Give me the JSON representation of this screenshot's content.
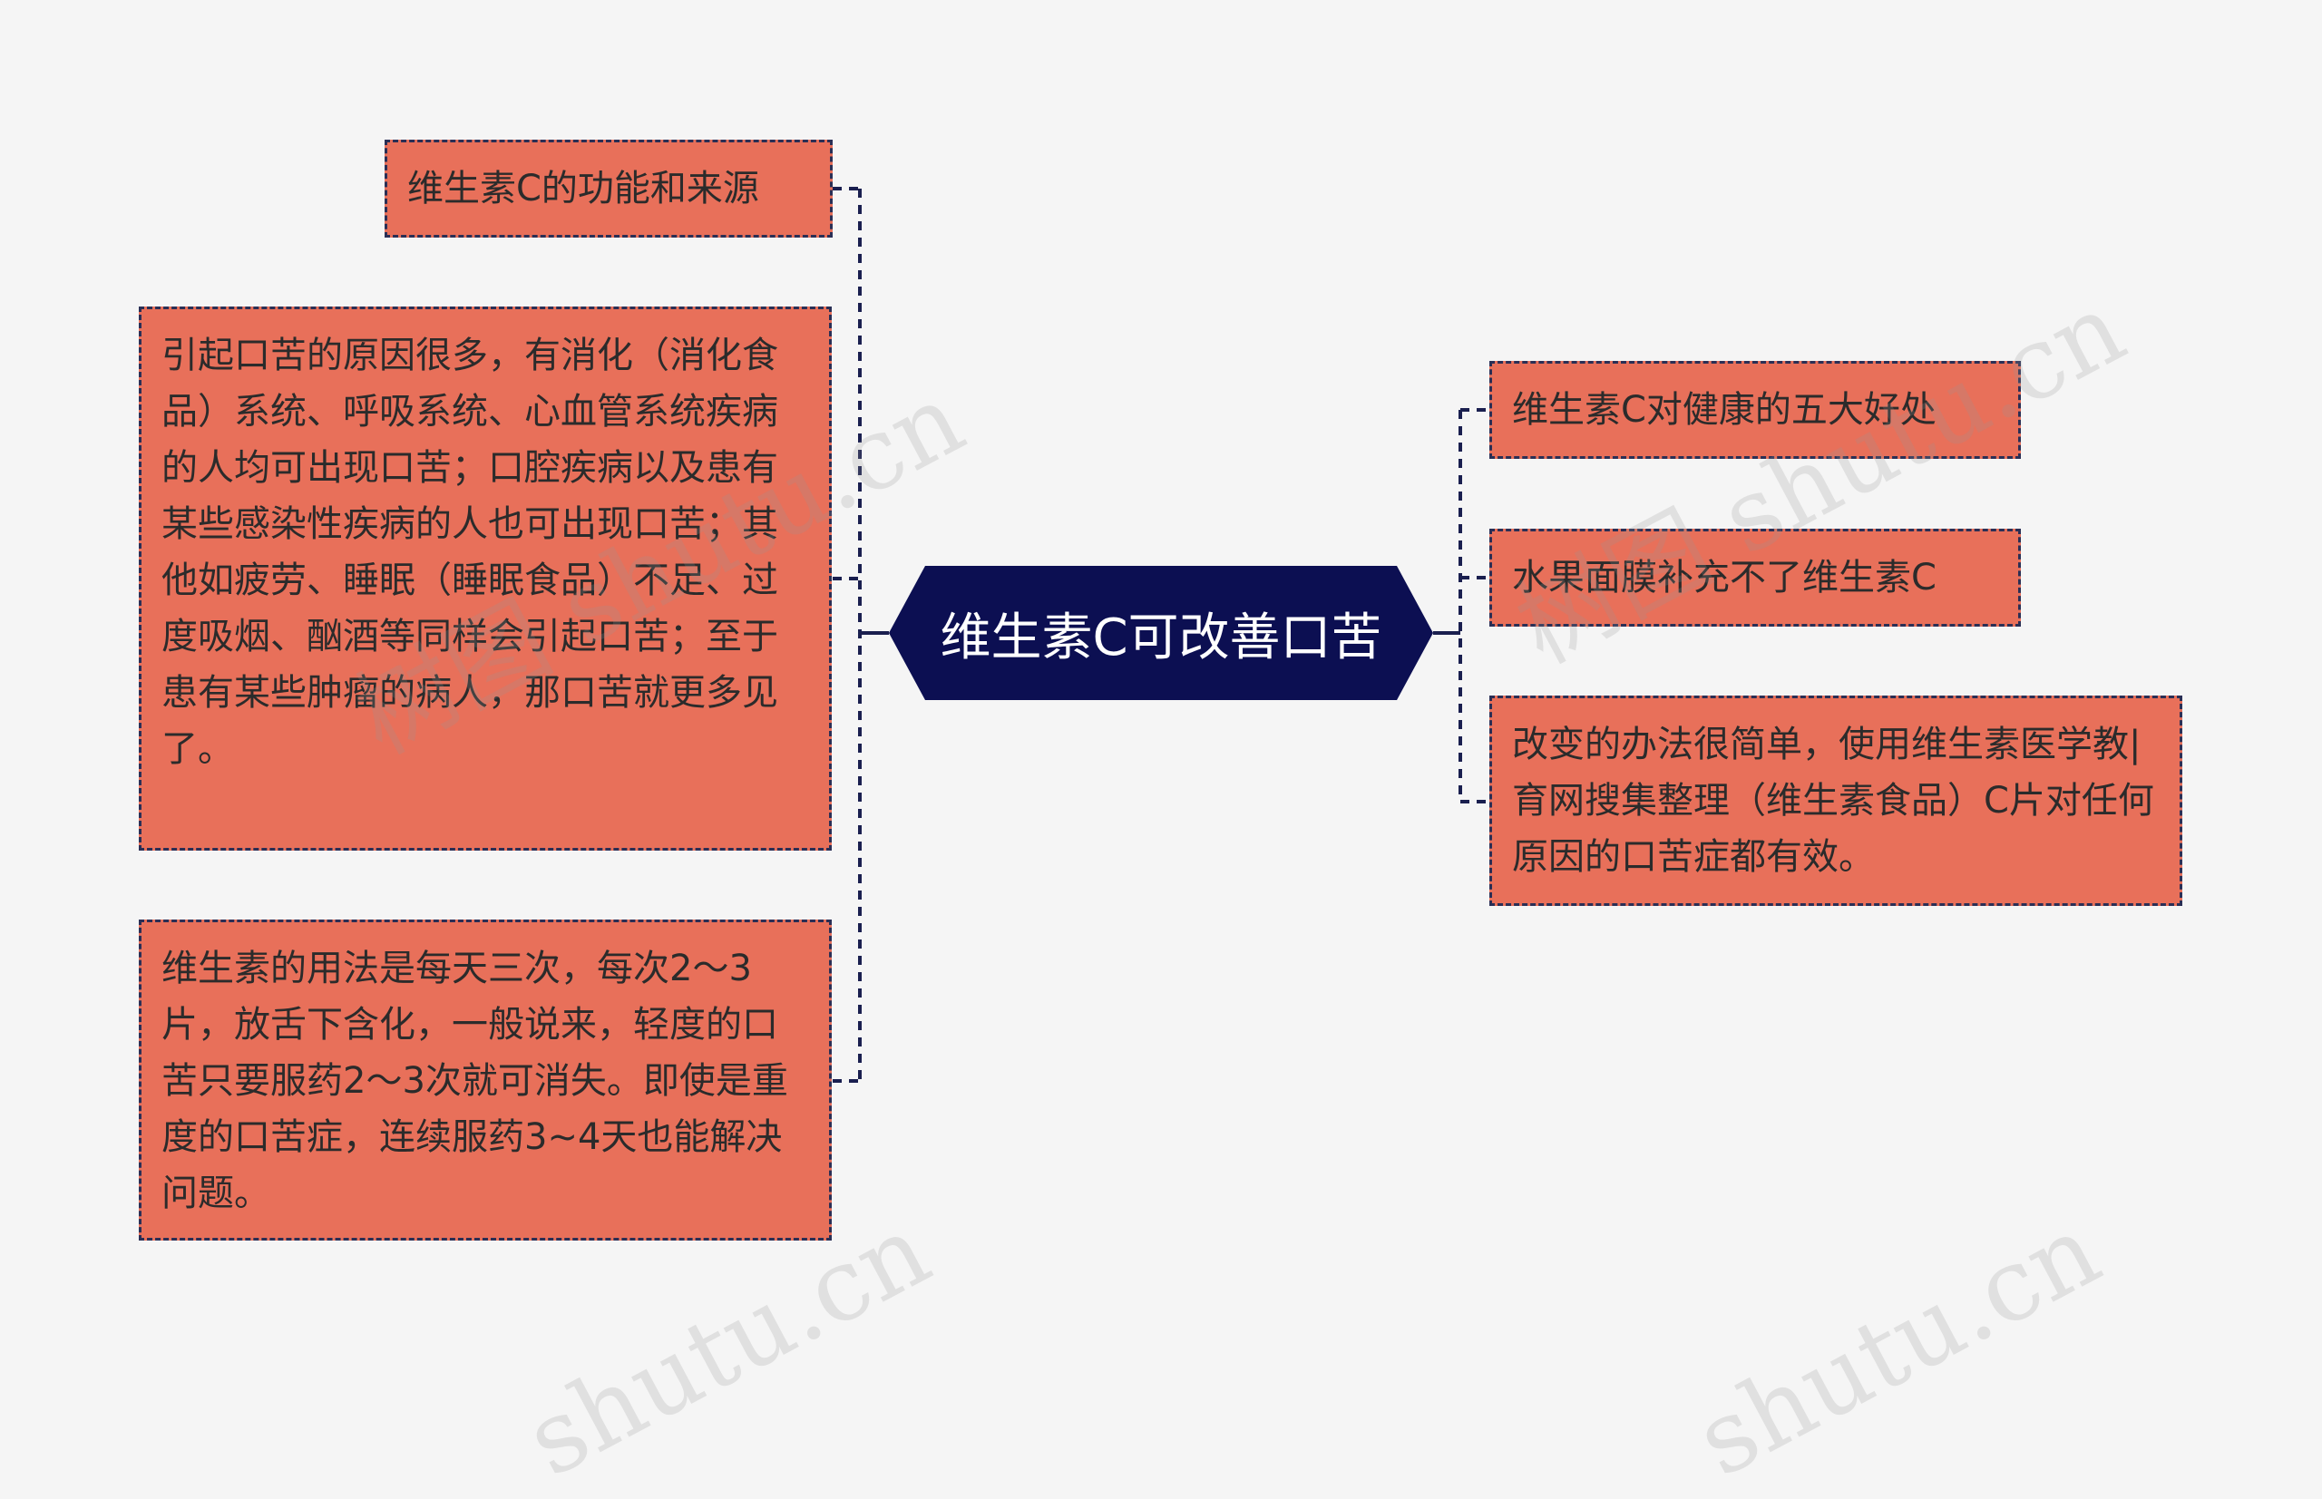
{
  "center": {
    "label": "维生素C可改善口苦"
  },
  "left_nodes": [
    {
      "text": "维生素C的功能和来源"
    },
    {
      "text": "引起口苦的原因很多，有消化（消化食品）系统、呼吸系统、心血管系统疾病的人均可出现口苦；口腔疾病以及患有某些感染性疾病的人也可出现口苦；其他如疲劳、睡眠（睡眠食品）不足、过度吸烟、酗酒等同样会引起口苦；至于患有某些肿瘤的病人，那口苦就更多见了。"
    },
    {
      "text": "维生素的用法是每天三次，每次2～3片，放舌下含化，一般说来，轻度的口苦只要服药2～3次就可消失。即使是重度的口苦症，连续服药3~4天也能解决问题。"
    }
  ],
  "right_nodes": [
    {
      "text": "维生素C对健康的五大好处"
    },
    {
      "text": "水果面膜补充不了维生素C"
    },
    {
      "text": "改变的办法很简单，使用维生素医学教|育网搜集整理（维生素食品）C片对任何原因的口苦症都有效。"
    }
  ],
  "watermarks": [
    "树图 shutu.cn",
    "树图 shutu.cn",
    "shutu.cn",
    "shutu.cn"
  ],
  "colors": {
    "background": "#f5f5f5",
    "node_fill": "#e8705a",
    "node_border": "#2a2f55",
    "center_fill": "#0c0f52",
    "center_text": "#ffffff",
    "connector": "#1a1f4f"
  }
}
